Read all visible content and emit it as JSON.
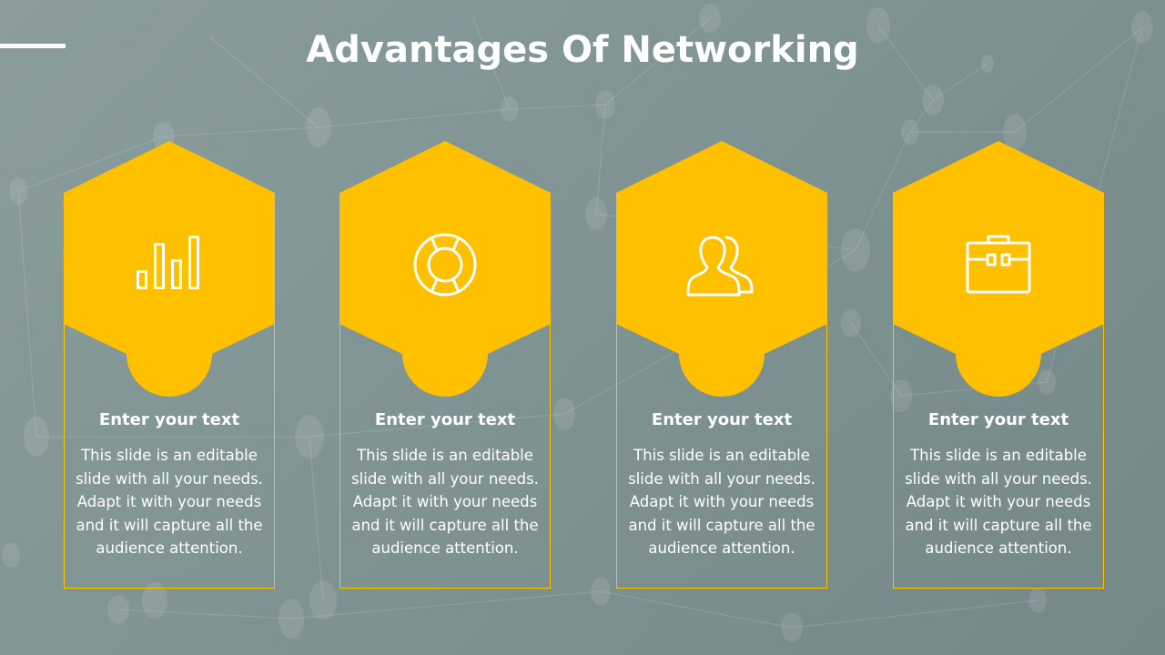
{
  "slide": {
    "title": "Advantages Of Networking"
  },
  "colors": {
    "accent": "#FFC000",
    "background": "#809493",
    "text": "#FFFFFF"
  },
  "cards": [
    {
      "icon": "bar-chart-icon",
      "heading": "Enter your text",
      "body": "This slide is an editable slide with all your needs. Adapt it with your needs and it will capture all the audience attention."
    },
    {
      "icon": "lifebuoy-icon",
      "heading": "Enter your text",
      "body": "This slide is an editable slide with all your needs. Adapt it with your needs and it will capture all the audience attention."
    },
    {
      "icon": "users-icon",
      "heading": "Enter your text",
      "body": "This slide is an editable slide with all your needs. Adapt it with your needs and it will capture all the audience attention."
    },
    {
      "icon": "briefcase-icon",
      "heading": "Enter your text",
      "body": "This slide is an editable slide with all your needs. Adapt it with your needs and it will capture all the audience attention."
    }
  ]
}
